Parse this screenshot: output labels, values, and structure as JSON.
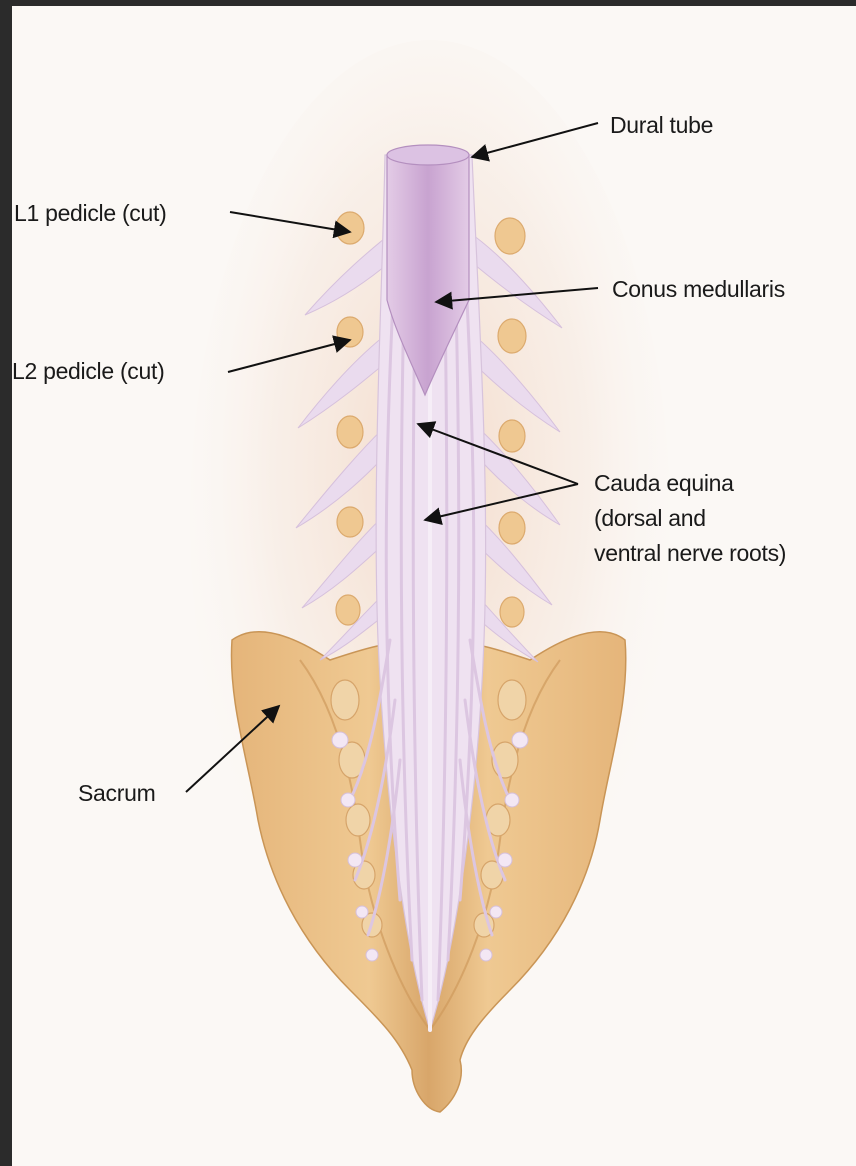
{
  "labels": {
    "dural_tube": "Dural tube",
    "l1_pedicle": "L1 pedicle (cut)",
    "conus_medullaris": "Conus medullaris",
    "l2_pedicle": "L2 pedicle (cut)",
    "cauda_equina_line1": "Cauda equina",
    "cauda_equina_line2": "(dorsal and",
    "cauda_equina_line3": "ventral nerve roots)",
    "sacrum": "Sacrum"
  },
  "colors": {
    "background": "#fbf8f5",
    "nerve": "#e6d3e6",
    "nerve_highlight": "#f6ecf6",
    "dura": "#cdb0d6",
    "bone": "#e8bf86",
    "bone_dark": "#d7a264",
    "pedicle": "#efc891",
    "arrow": "#111111"
  }
}
